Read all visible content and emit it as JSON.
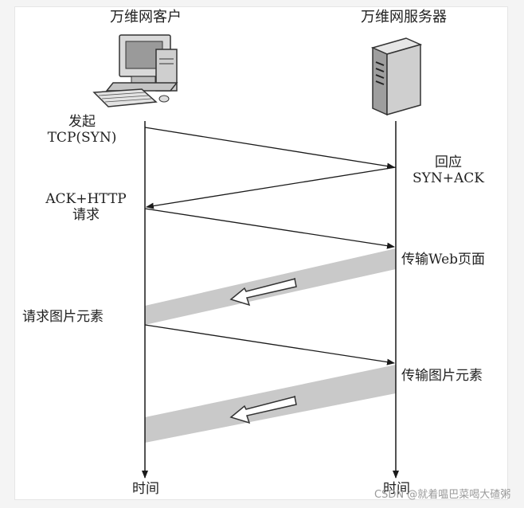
{
  "diagram": {
    "client_title": "万维网客户",
    "server_title": "万维网服务器",
    "steps": {
      "initiate": "发起\nTCP(SYN)",
      "reply": "回应\nSYN+ACK",
      "ack_http": "ACK+HTTP\n请求",
      "transfer_webpage": "传输Web页面",
      "request_images": "请求图片元素",
      "transfer_images": "传输图片元素"
    },
    "time_left": "时间",
    "time_right": "时间"
  },
  "watermark": "CSDN @就着嗢巴菜喝大碴粥",
  "colors": {
    "line": "#1a1a1a",
    "band": "#c9c9c9",
    "arrow_fill": "#ffffff"
  }
}
